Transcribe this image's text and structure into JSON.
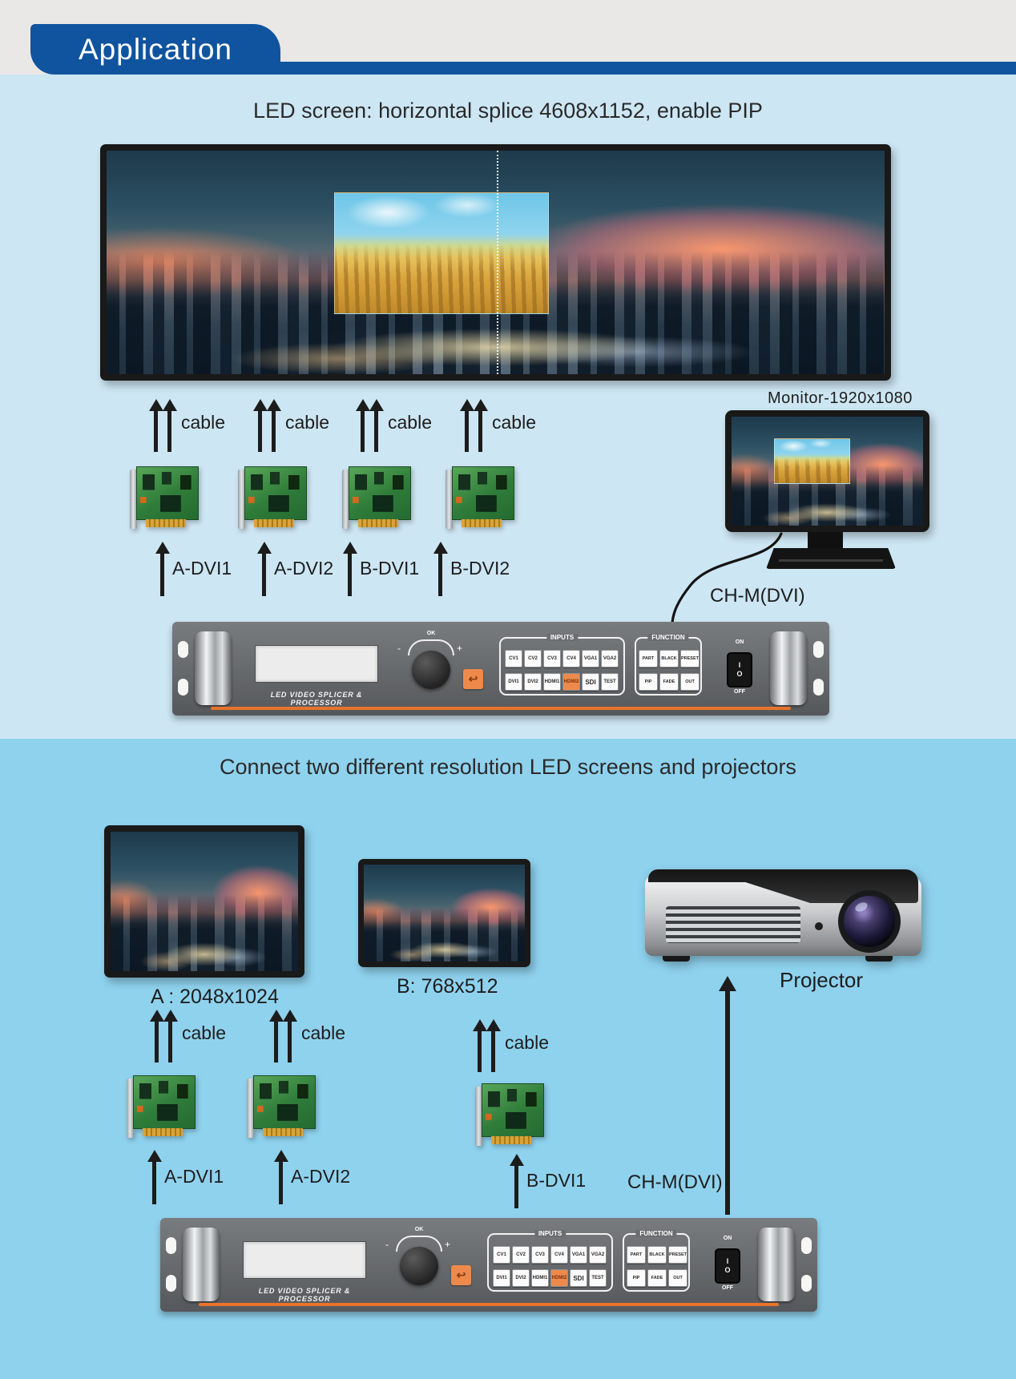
{
  "page": {
    "header_title": "Application"
  },
  "labels": {
    "cable": "cable",
    "ch_m": "CH-M(DVI)"
  },
  "section1": {
    "title": "LED screen: horizontal splice 4608x1152, enable PIP",
    "monitor_label": "Monitor-1920x1080",
    "outputs": [
      "A-DVI1",
      "A-DVI2",
      "B-DVI1",
      "B-DVI2"
    ]
  },
  "section2": {
    "title": "Connect two different resolution LED screens and projectors",
    "screen_a_label": "A : 2048x1024",
    "screen_b_label": "B: 768x512",
    "projector_label": "Projector",
    "outputs": [
      "A-DVI1",
      "A-DVI2",
      "B-DVI1"
    ]
  },
  "device": {
    "name": "LED VIDEO SPLICER & PROCESSOR",
    "knob_ok": "OK",
    "knob_minus": "-",
    "knob_plus": "+",
    "back_glyph": "↩",
    "inputs_label": "INPUTS",
    "inputs_row1": [
      "CV1",
      "CV2",
      "CV3",
      "CV4",
      "VGA1",
      "VGA2"
    ],
    "inputs_row2": [
      "DVI1",
      "DVI2",
      "HDMI1",
      "HDMI2",
      "SDI",
      "TEST"
    ],
    "active_input": "HDMI2",
    "function_label": "FUNCTION",
    "function_row1": [
      "PART",
      "BLACK",
      "PRESET"
    ],
    "function_row2": [
      "PIP",
      "FADE",
      "OUT"
    ],
    "power_on": "ON",
    "power_off": "OFF",
    "power_i": "I",
    "power_o": "O"
  },
  "colors": {
    "header_blue": "#10549f",
    "section1_bg": "#cde6f3",
    "section2_bg": "#8fd2ee",
    "device_grey": "#6b6e71",
    "device_orange": "#ed8a4b",
    "accent_stripe": "#e9732c"
  }
}
